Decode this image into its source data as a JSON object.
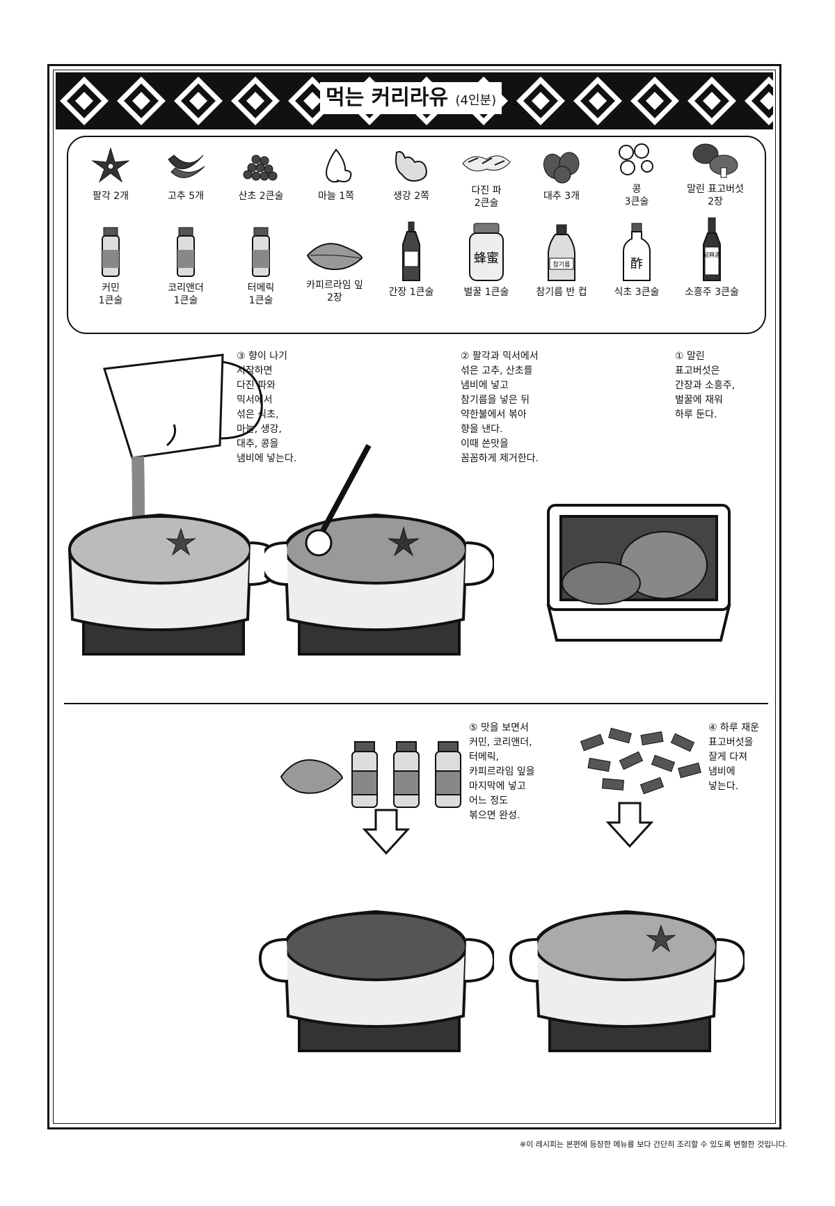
{
  "title": {
    "main": "먹는 커리라유",
    "serving": "(4인분)"
  },
  "ingredients_row1": [
    {
      "name": "팔각 2개",
      "icon": "star-anise-icon"
    },
    {
      "name": "고추 5개",
      "icon": "chili-icon"
    },
    {
      "name": "산초 2큰술",
      "icon": "sansho-icon"
    },
    {
      "name": "마늘 1쪽",
      "icon": "garlic-icon"
    },
    {
      "name": "생강 2쪽",
      "icon": "ginger-icon"
    },
    {
      "name": "다진 파\n2큰술",
      "icon": "scallion-icon"
    },
    {
      "name": "대추 3개",
      "icon": "jujube-icon"
    },
    {
      "name": "콩\n3큰술",
      "icon": "bean-icon"
    },
    {
      "name": "말린 표고버섯\n2장",
      "icon": "shiitake-icon"
    }
  ],
  "ingredients_row2": [
    {
      "name": "커민\n1큰술",
      "icon": "spice-jar-icon"
    },
    {
      "name": "코리앤더\n1큰술",
      "icon": "spice-jar-icon"
    },
    {
      "name": "터메릭\n1큰술",
      "icon": "spice-jar-icon"
    },
    {
      "name": "카피르라임 잎\n2장",
      "icon": "lime-leaf-icon"
    },
    {
      "name": "간장 1큰술",
      "icon": "soy-sauce-bottle-icon"
    },
    {
      "name": "벌꿀 1큰술",
      "icon": "honey-jar-icon",
      "label": "蜂蜜"
    },
    {
      "name": "참기름 반 컵",
      "icon": "sesame-oil-bottle-icon",
      "label": "참기름"
    },
    {
      "name": "식초 3큰술",
      "icon": "vinegar-bottle-icon",
      "label": "酢"
    },
    {
      "name": "소흥주 3큰술",
      "icon": "shaoxing-wine-bottle-icon",
      "label": "紹興酒"
    }
  ],
  "steps": [
    {
      "num": "①",
      "text": "① 말린\n표고버섯은\n간장과 소흥주,\n벌꿀에 재워\n하루 둔다."
    },
    {
      "num": "②",
      "text": "② 팔각과 믹서에서\n섞은 고추, 산초를\n냄비에 넣고\n참기름을 넣은 뒤\n약한불에서 볶아\n향을 낸다.\n이때 쓴맛을\n꼼꼼하게 제거한다."
    },
    {
      "num": "③",
      "text": "③ 향이 나기\n시작하면\n다진 파와\n믹서에서\n섞은 식초,\n마늘, 생강,\n대추, 콩을\n냄비에 넣는다."
    },
    {
      "num": "④",
      "text": "④ 하루 재운\n표고버섯을\n잘게 다져\n냄비에\n넣는다."
    },
    {
      "num": "⑤",
      "text": "⑤ 맛을 보면서\n커민, 코리앤더,\n터메릭,\n카피르라임 잎을\n마지막에 넣고\n어느 정도\n볶으면 완성."
    }
  ],
  "footnote": "※이 레시피는 본편에 등장한 메뉴를 보다 간단히 조리할 수 있도록 변형한 것입니다."
}
